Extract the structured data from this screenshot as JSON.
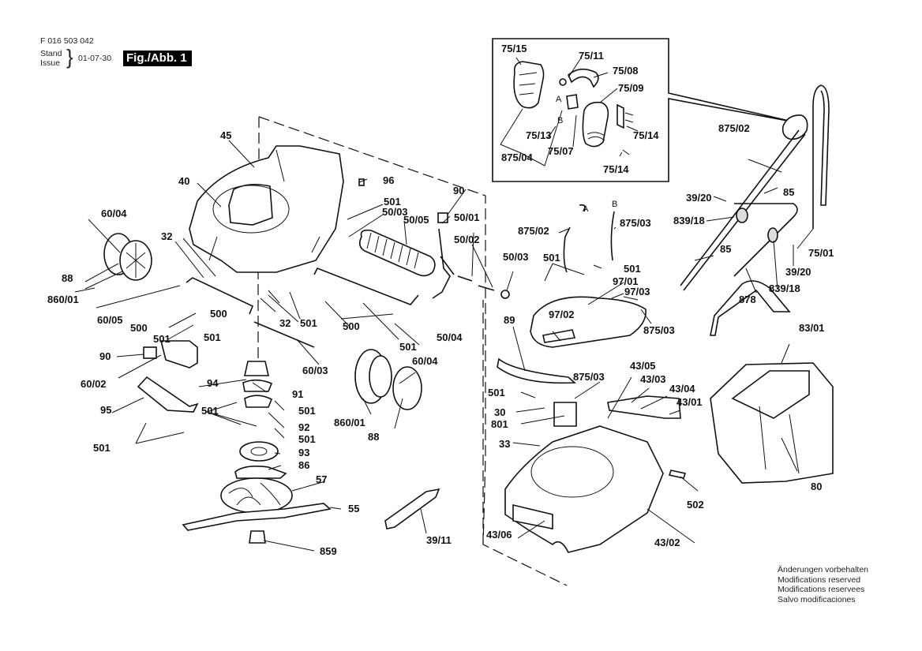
{
  "header": {
    "document_number": "F 016 503 042",
    "stand_label": "Stand",
    "issue_label": "Issue",
    "brace": "}",
    "date": "01-07-30",
    "figure_label": "Fig./Abb. 1"
  },
  "notes": [
    "Änderungen vorbehalten",
    "Modifications reserved",
    "Modifications reservees",
    "Salvo modificaciones"
  ],
  "inset": {
    "labels": [
      "75/15",
      "75/11",
      "75/08",
      "75/09",
      "A",
      "B",
      "75/13",
      "75/07",
      "875/04",
      "75/14",
      "75/14"
    ]
  },
  "parts": {
    "housing_left": [
      "45",
      "40",
      "96",
      "501",
      "50/03",
      "50/05",
      "90",
      "50/01",
      "50/02",
      "60/04",
      "88",
      "860/01",
      "32",
      "32",
      "501",
      "60/05",
      "500",
      "501",
      "500",
      "500",
      "501",
      "501",
      "50/04",
      "60/03",
      "90",
      "60/02"
    ],
    "drive": [
      "94",
      "91",
      "501",
      "501",
      "92",
      "501",
      "95",
      "501",
      "93",
      "86",
      "57",
      "55",
      "859"
    ],
    "wheel_mid": [
      "60/04",
      "860/01",
      "88",
      "39/11"
    ],
    "cover": [
      "875/02",
      "A",
      "B",
      "875/03",
      "50/03",
      "501",
      "501",
      "97/01",
      "97/03",
      "97/02",
      "875/03",
      "89"
    ],
    "deck": [
      "875/03",
      "43/05",
      "43/03",
      "43/04",
      "43/01",
      "501",
      "30",
      "801",
      "33",
      "502",
      "43/06",
      "43/02"
    ],
    "handle": [
      "875/02",
      "85",
      "39/20",
      "839/18",
      "85",
      "75/01",
      "39/20",
      "839/18",
      "878",
      "83/01",
      "80"
    ]
  }
}
